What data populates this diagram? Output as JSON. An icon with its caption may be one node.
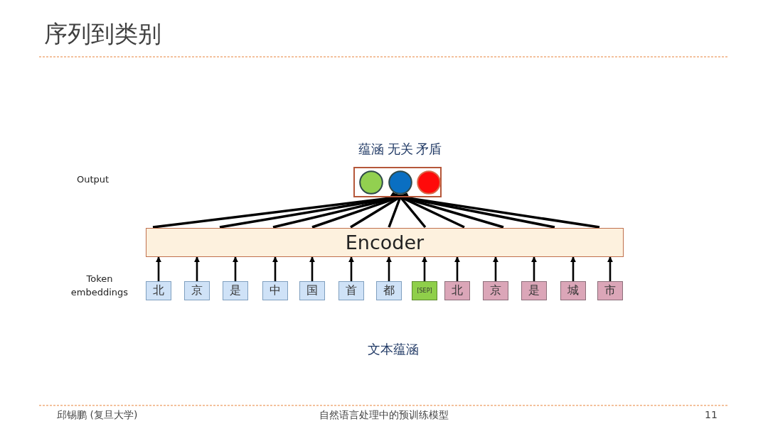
{
  "diagram": {
    "title": "序列到类别",
    "nodes": [
      {
        "text": [],
        "shape": "box"
      },
      {
        "text": [],
        "shape": "circle",
        "in": 0,
        "beside": [
          "蕴涵"
        ]
      },
      {
        "text": [],
        "shape": "circle",
        "in": 0,
        "beside": [
          "无关"
        ]
      },
      {
        "text": [],
        "shape": "circle",
        "in": 0,
        "beside": [
          "矛盾"
        ]
      },
      {
        "text": [
          "Encoder"
        ]
      },
      {
        "text": [
          "北"
        ]
      },
      {
        "text": [
          "京"
        ]
      },
      {
        "text": [
          "是"
        ]
      },
      {
        "text": [
          "中"
        ]
      },
      {
        "text": [
          "国"
        ]
      },
      {
        "text": [
          "首"
        ]
      },
      {
        "text": [
          "都"
        ]
      },
      {
        "text": [
          "[SEP]"
        ]
      },
      {
        "text": [
          "北"
        ]
      },
      {
        "text": [
          "京"
        ]
      },
      {
        "text": [
          "是"
        ]
      },
      {
        "text": [
          "城"
        ]
      },
      {
        "text": [
          "市"
        ]
      }
    ],
    "edges": [
      {
        "from": 4,
        "to": 2,
        "arrow": "none"
      },
      {
        "from": 4,
        "to": 2,
        "arrow": "none"
      },
      {
        "from": 4,
        "to": 2,
        "arrow": "none"
      },
      {
        "from": 4,
        "to": 2,
        "arrow": "none"
      },
      {
        "from": 4,
        "to": 2,
        "arrow": "none"
      },
      {
        "from": 4,
        "to": 2,
        "arrow": "none"
      },
      {
        "from": 4,
        "to": 2,
        "arrow": "none"
      },
      {
        "from": 4,
        "to": 2,
        "arrow": "none"
      },
      {
        "from": 4,
        "to": 2,
        "arrow": "none"
      },
      {
        "from": 4,
        "to": 2,
        "arrow": "none"
      },
      {
        "from": 4,
        "to": 2,
        "arrow": "none"
      },
      {
        "from": 5,
        "to": 4,
        "arrow": "to"
      },
      {
        "from": 6,
        "to": 4,
        "arrow": "to"
      },
      {
        "from": 7,
        "to": 4,
        "arrow": "to"
      },
      {
        "from": 8,
        "to": 4,
        "arrow": "to"
      },
      {
        "from": 9,
        "to": 4,
        "arrow": "to"
      },
      {
        "from": 10,
        "to": 4,
        "arrow": "to"
      },
      {
        "from": 11,
        "to": 4,
        "arrow": "to"
      },
      {
        "from": 12,
        "to": 4,
        "arrow": "to"
      },
      {
        "from": 13,
        "to": 4,
        "arrow": "to"
      },
      {
        "from": 14,
        "to": 4,
        "arrow": "to"
      },
      {
        "from": 15,
        "to": 4,
        "arrow": "to"
      },
      {
        "from": 16,
        "to": 4,
        "arrow": "to"
      },
      {
        "from": 17,
        "to": 4,
        "arrow": "to"
      }
    ],
    "labels": [
      "Output",
      "Token embeddings",
      "文本蕴涵",
      "邱锡鹏 (复旦大学)",
      "自然语言处理中的预训练模型",
      "11"
    ]
  }
}
